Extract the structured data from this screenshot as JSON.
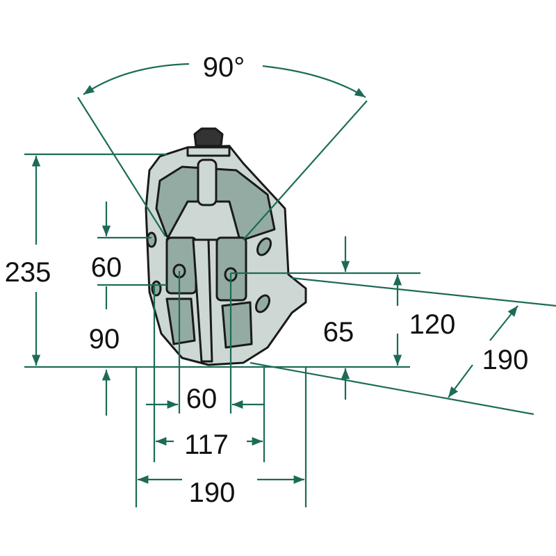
{
  "title": "Coupling dimension drawing",
  "colors": {
    "dimension": "#1b6b57",
    "part_light": "#cdd8d4",
    "part_dark": "#93aba3",
    "outline": "#1a1a1a"
  },
  "dimensions": {
    "angle": "90°",
    "height_total": "235",
    "left_hole_spacing": "60",
    "left_hole_height": "90",
    "right_hole_height": "65",
    "right_offset_height": "120",
    "diagonal_width": "190",
    "bottom_inner": "60",
    "bottom_middle": "117",
    "bottom_outer": "190"
  }
}
